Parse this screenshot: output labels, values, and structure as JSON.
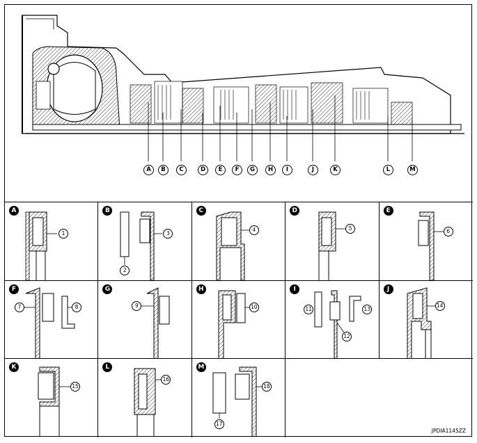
{
  "callouts": [
    "A",
    "B",
    "C",
    "D",
    "E",
    "F",
    "G",
    "H",
    "I",
    "J",
    "K",
    "L",
    "M"
  ],
  "panels": [
    {
      "letter": "A",
      "numbers": [
        "1"
      ]
    },
    {
      "letter": "B",
      "numbers": [
        "2",
        "3"
      ]
    },
    {
      "letter": "C",
      "numbers": [
        "4"
      ]
    },
    {
      "letter": "D",
      "numbers": [
        "5"
      ]
    },
    {
      "letter": "E",
      "numbers": [
        "6"
      ]
    },
    {
      "letter": "F",
      "numbers": [
        "7",
        "8"
      ]
    },
    {
      "letter": "G",
      "numbers": [
        "9"
      ]
    },
    {
      "letter": "H",
      "numbers": [
        "10"
      ]
    },
    {
      "letter": "I",
      "numbers": [
        "11",
        "12",
        "13"
      ]
    },
    {
      "letter": "J",
      "numbers": [
        "14"
      ]
    },
    {
      "letter": "K",
      "numbers": [
        "15"
      ]
    },
    {
      "letter": "L",
      "numbers": [
        "16"
      ]
    },
    {
      "letter": "M",
      "numbers": [
        "17",
        "18"
      ]
    }
  ],
  "figure_code": "JPDIA1145ZZ"
}
